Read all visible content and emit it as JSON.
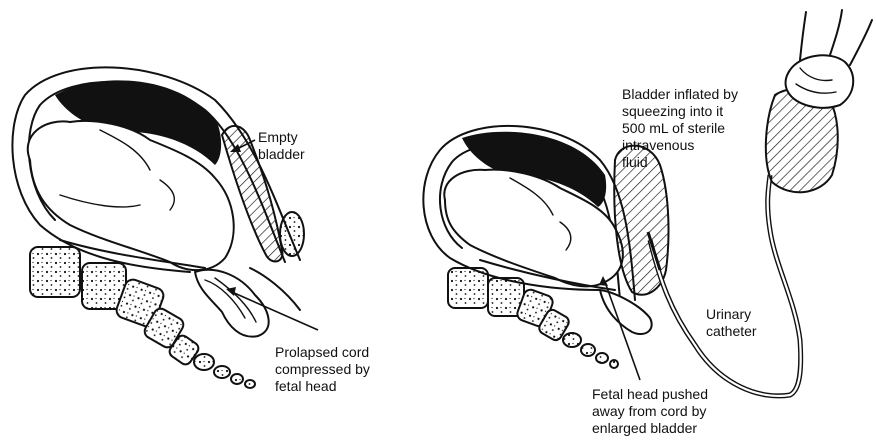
{
  "left_diagram": {
    "label_bladder": "Empty\nbladder",
    "label_cord": "Prolapsed cord\ncompressed by\nfetal head"
  },
  "right_diagram": {
    "label_inflated": "Bladder inflated by\nsqueezing into it\n500 mL of sterile\nintravenous\nfluid",
    "label_catheter": "Urinary\ncatheter",
    "label_head": "Fetal head pushed\naway from cord by\nenlarged bladder"
  },
  "colors": {
    "ink": "#111111",
    "background": "#ffffff"
  }
}
